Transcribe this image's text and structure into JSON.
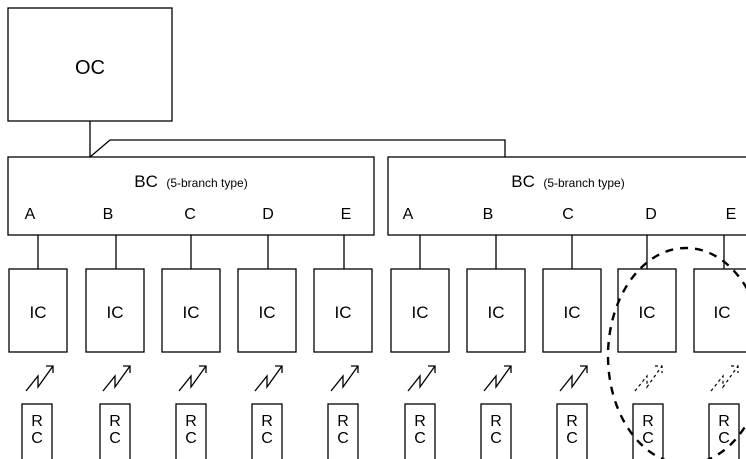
{
  "outdoor_unit": {
    "label": "OC"
  },
  "branch_controllers": [
    {
      "label": "BC",
      "type_note": "(5-branch type)",
      "ports": [
        "A",
        "B",
        "C",
        "D",
        "E"
      ]
    },
    {
      "label": "BC",
      "type_note": "(5-branch type)",
      "ports": [
        "A",
        "B",
        "C",
        "D",
        "E"
      ]
    }
  ],
  "indoor_units": [
    "IC",
    "IC",
    "IC",
    "IC",
    "IC",
    "IC",
    "IC",
    "IC",
    "IC",
    "IC"
  ],
  "remote_controllers": [
    "R\nC",
    "R\nC",
    "R\nC",
    "R\nC",
    "R\nC",
    "R\nC",
    "R\nC",
    "R\nC",
    "R\nC",
    "R\nC"
  ],
  "remote_links": [
    "wireless",
    "wireless",
    "wireless",
    "wireless",
    "wireless",
    "wireless",
    "wireless",
    "wireless",
    "not-connected",
    "not-connected"
  ],
  "highlight": {
    "target": "indoor_units 9-10 (unused branches D and E)",
    "style": "dashed-ellipse"
  }
}
